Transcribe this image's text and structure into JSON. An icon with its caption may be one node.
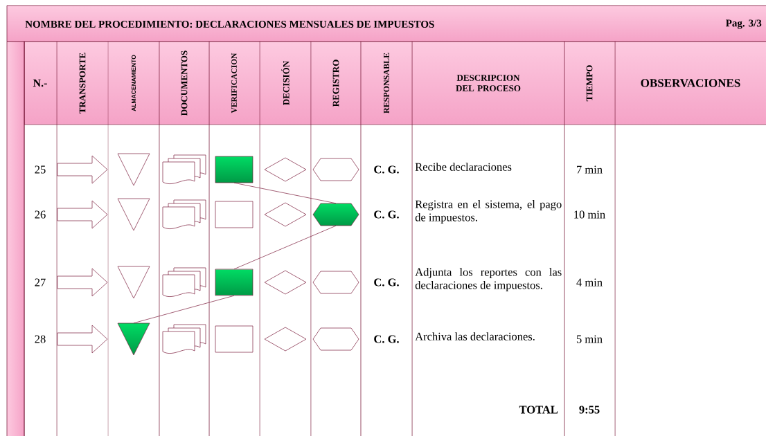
{
  "diagram": {
    "title": "NOMBRE DEL PROCEDIMIENTO: DECLARACIONES MENSUALES DE IMPUESTOS",
    "nodes": [
      {
        "text": [],
        "shape": "arrow"
      },
      {
        "text": [],
        "shape": "triangle"
      },
      {
        "text": [],
        "shape": "document"
      },
      {
        "text": [],
        "shape": "box"
      },
      {
        "text": [],
        "shape": "diamond"
      },
      {
        "text": [],
        "shape": "hexagon"
      },
      {
        "text": [],
        "shape": "arrow"
      },
      {
        "text": [],
        "shape": "triangle"
      },
      {
        "text": [],
        "shape": "document"
      },
      {
        "text": [],
        "shape": "box"
      },
      {
        "text": [],
        "shape": "diamond"
      },
      {
        "text": [],
        "shape": "hexagon"
      },
      {
        "text": [],
        "shape": "arrow"
      },
      {
        "text": [],
        "shape": "triangle"
      },
      {
        "text": [],
        "shape": "document"
      },
      {
        "text": [],
        "shape": "box"
      },
      {
        "text": [],
        "shape": "diamond"
      },
      {
        "text": [],
        "shape": "hexagon"
      },
      {
        "text": [],
        "shape": "arrow"
      },
      {
        "text": [],
        "shape": "triangle"
      },
      {
        "text": [],
        "shape": "document"
      },
      {
        "text": [],
        "shape": "box"
      },
      {
        "text": [],
        "shape": "diamond"
      },
      {
        "text": [],
        "shape": "hexagon"
      }
    ],
    "edges": [
      {
        "from": 3,
        "to": 11,
        "arrow": "none"
      },
      {
        "from": 11,
        "to": 15,
        "arrow": "none"
      },
      {
        "from": 15,
        "to": 19,
        "arrow": "none"
      }
    ],
    "labels": [
      "Pag. 3/3",
      "N.-",
      "TRANSPORTE",
      "ALMACENAMIENTO",
      "DOCUMENTOS",
      "VERIFICACION",
      "DECISIÓN",
      "REGISTRO",
      "RESPONSABLE",
      "DESCRIPCION DEL PROCESO",
      "TIEMPO",
      "OBSERVACIONES",
      "25",
      "C. G.",
      "Recibe declaraciones",
      "7 min",
      "26",
      "C. G.",
      "Registra en el sistema, el pago de impuestos.",
      "10 min",
      "27",
      "C. G.",
      "Adjunta los reportes con las declaraciones de impuestos.",
      "4 min",
      "28",
      "C. G.",
      "Archiva las declaraciones.",
      "5 min",
      "TOTAL",
      "9:55"
    ]
  }
}
